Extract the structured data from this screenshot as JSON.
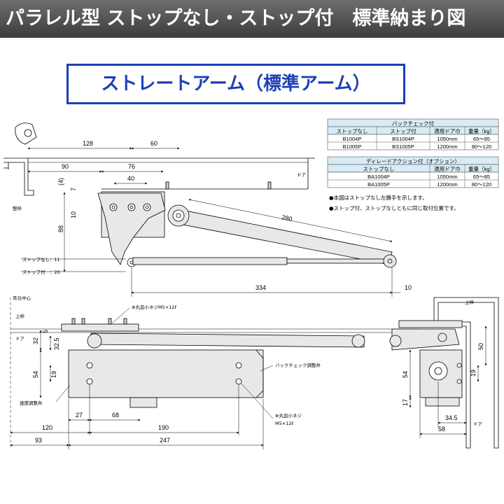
{
  "header": {
    "title": "パラレル型 ストップなし・ストップ付　標準納まり図"
  },
  "subtitle": "ストレートアーム（標準アーム）",
  "table1": {
    "caption": "バックチェック付",
    "headers": [
      "ストップなし",
      "ストップ付",
      "適用ドア巾",
      "重量（kg）"
    ],
    "rows": [
      [
        "B1004P",
        "BS1004P",
        "1050mm",
        "65〜85"
      ],
      [
        "B1005P",
        "BS1005P",
        "1200mm",
        "80〜120"
      ]
    ]
  },
  "table2": {
    "caption": "ディレードアクション付（オプション）",
    "headers": [
      "ストップなし",
      "適用ドア巾",
      "重量（kg）"
    ],
    "rows": [
      [
        "BA1004P",
        "1050mm",
        "65〜85"
      ],
      [
        "BA1005P",
        "1200mm",
        "80〜120"
      ]
    ]
  },
  "notes": [
    "●本図はストップなし左勝手を示します。",
    "●ストップ付、ストップなしともに同じ取付位置です。"
  ],
  "top_view": {
    "dims": {
      "d128": "128",
      "d60": "60",
      "d90": "90",
      "d76": "76",
      "d40": "40",
      "d4": "(4)",
      "d7": "7",
      "d10": "10",
      "d88": "88",
      "d280": "280",
      "d334": "334",
      "d10b": "10"
    },
    "labels": {
      "door": "ドア",
      "frame": "竪枠",
      "stop_none": "ストップなし：11",
      "stop_with": "ストップ付　：20"
    }
  },
  "front_view": {
    "labels": {
      "hinge_center": "吊元中心",
      "upper_frame": "上枠",
      "door": "ドア",
      "screw_top": "⊕丸皿小ネジM5×12ℓ",
      "backcheck": "バックチェック調整弁",
      "speed": "速度調整弁",
      "screw_bottom_1": "⊕丸皿小ネジ",
      "screw_bottom_2": "M5×12ℓ"
    },
    "dims": {
      "d32": "32",
      "d5": "5",
      "d325": "32.5",
      "d54": "54",
      "d19": "19",
      "d27": "27",
      "d68": "68",
      "d120": "120",
      "d190": "190",
      "d93": "93",
      "d247": "247"
    }
  },
  "side_view": {
    "labels": {
      "upper_frame": "上枠",
      "door": "ドア"
    },
    "dims": {
      "d50": "50",
      "d54": "54",
      "d19": "19",
      "d17": "17",
      "d345": "34.5",
      "d58": "58"
    }
  },
  "colors": {
    "banner": "#4a4a4a",
    "accent_blue": "#1d3fb5",
    "table_header": "#d8ecf6",
    "part_fill": "#e6e8ea"
  }
}
